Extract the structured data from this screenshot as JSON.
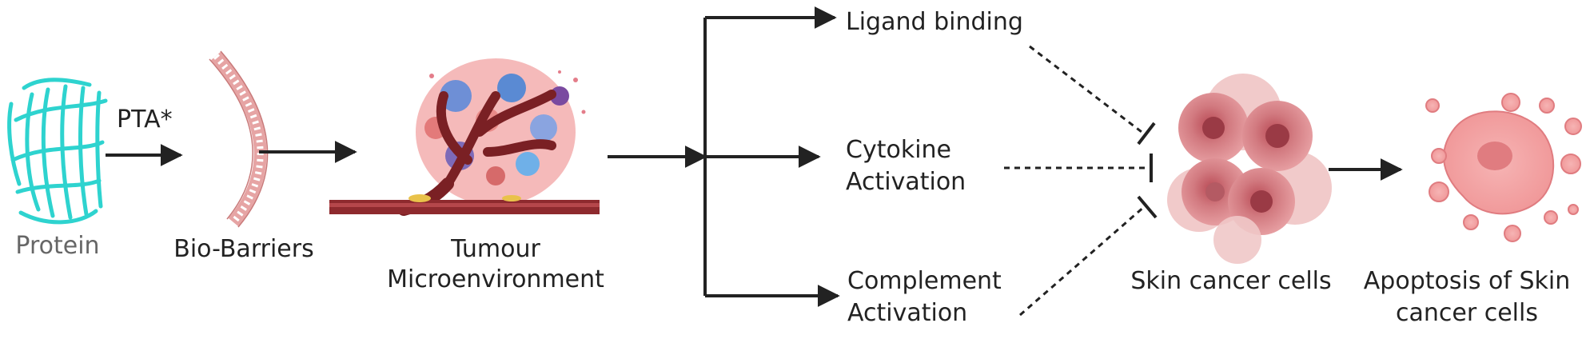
{
  "labels": {
    "protein": "Protein",
    "pta": "PTA*",
    "bio_barriers": "Bio-Barriers",
    "tumour_line1": "Tumour",
    "tumour_line2": "Microenvironment",
    "ligand": "Ligand binding",
    "cytokine_line1": "Cytokine",
    "cytokine_line2": "Activation",
    "complement_line1": "Complement",
    "complement_line2": "Activation",
    "skin_cancer": "Skin cancer cells",
    "apoptosis_line1": "Apoptosis of Skin",
    "apoptosis_line2": "cancer cells"
  },
  "icons": {
    "protein": "protein-barrel-icon",
    "barrier": "bio-barrier-membrane-icon",
    "tumour": "tumour-microenvironment-icon",
    "cancer": "skin-cancer-cells-icon",
    "apoptosis": "apoptotic-cells-icon"
  },
  "colors": {
    "protein": "#2ed3cf",
    "arrow": "#222222",
    "cell": "#c9676f",
    "cell_light": "#e9a3a6",
    "vessel": "#8e2a2e"
  }
}
